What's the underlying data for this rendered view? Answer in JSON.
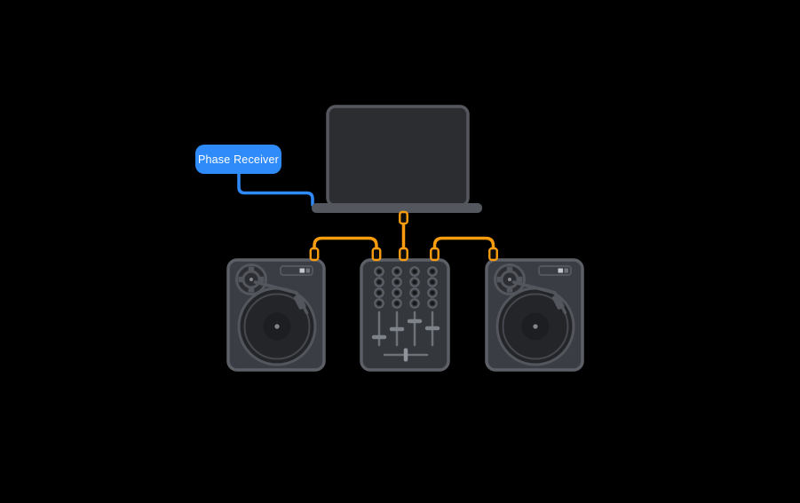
{
  "callout": {
    "text": "Phase Receiver"
  },
  "devices": {
    "laptop": {
      "name": "laptop"
    },
    "mixer": {
      "name": "dj-mixer"
    },
    "turntable_left": {
      "name": "turntable-left"
    },
    "turntable_right": {
      "name": "turntable-right"
    }
  },
  "connections": [
    {
      "from": "laptop",
      "to": "dj-mixer",
      "cable": "orange"
    },
    {
      "from": "turntable-left",
      "to": "dj-mixer",
      "cable": "orange"
    },
    {
      "from": "dj-mixer",
      "to": "turntable-right",
      "cable": "orange"
    },
    {
      "from": "phase-receiver-callout",
      "to": "laptop",
      "cable": "blue"
    }
  ],
  "theme": {
    "background": "#000000",
    "accent-blue": "#2F8BFA",
    "accent-orange": "#F99D0F",
    "chassis": "#54585E",
    "device-border": "#5C6066",
    "device-fill": "#3A3D43",
    "mixer-fill": "#34373C",
    "screen-fill": "#2B2D31",
    "label-text": "#FFFFFF"
  }
}
